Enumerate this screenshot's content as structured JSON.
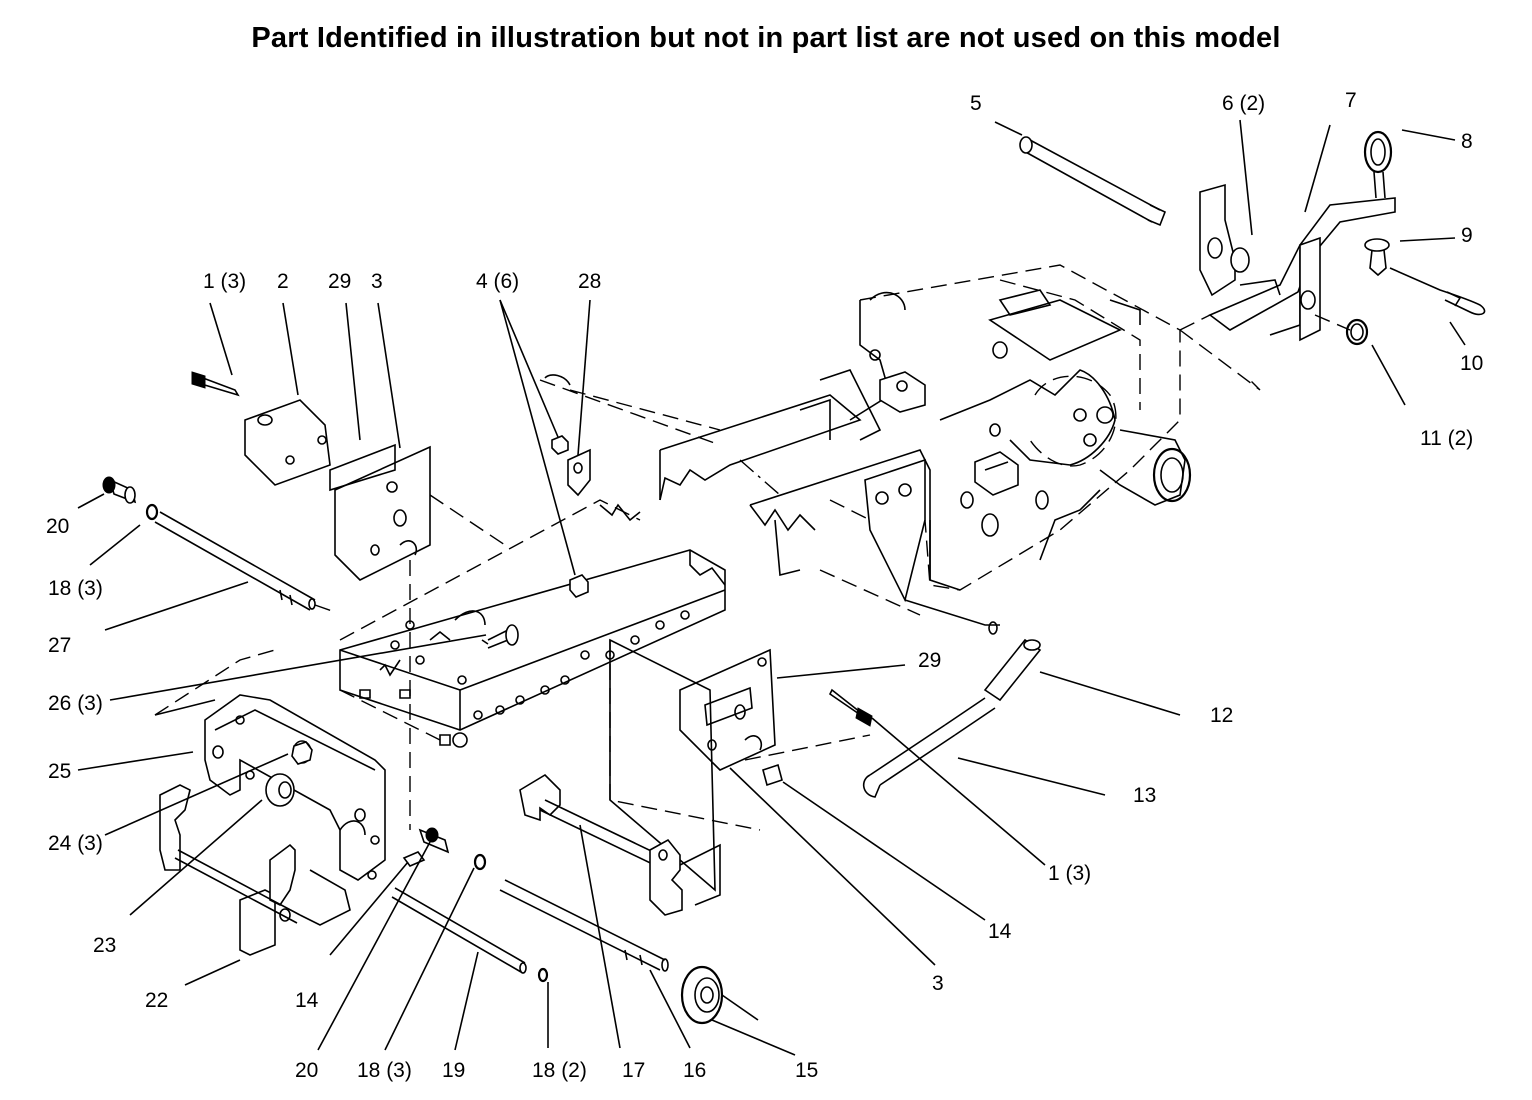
{
  "title": "Part Identified in illustration but not in part list are not used on this model",
  "callouts": [
    {
      "id": "c1a",
      "text": "1 (3)"
    },
    {
      "id": "c2",
      "text": "2"
    },
    {
      "id": "c29a",
      "text": "29"
    },
    {
      "id": "c3a",
      "text": "3"
    },
    {
      "id": "c4",
      "text": "4 (6)"
    },
    {
      "id": "c28",
      "text": "28"
    },
    {
      "id": "c5",
      "text": "5"
    },
    {
      "id": "c6",
      "text": "6 (2)"
    },
    {
      "id": "c7",
      "text": "7"
    },
    {
      "id": "c8",
      "text": "8"
    },
    {
      "id": "c9",
      "text": "9"
    },
    {
      "id": "c10",
      "text": "10"
    },
    {
      "id": "c11",
      "text": "11 (2)"
    },
    {
      "id": "c20a",
      "text": "20"
    },
    {
      "id": "c18a",
      "text": "18 (3)"
    },
    {
      "id": "c27",
      "text": "27"
    },
    {
      "id": "c26",
      "text": "26 (3)"
    },
    {
      "id": "c25",
      "text": "25"
    },
    {
      "id": "c24",
      "text": "24 (3)"
    },
    {
      "id": "c23",
      "text": "23"
    },
    {
      "id": "c22",
      "text": "22"
    },
    {
      "id": "c14a",
      "text": "14"
    },
    {
      "id": "c20b",
      "text": "20"
    },
    {
      "id": "c18b",
      "text": "18 (3)"
    },
    {
      "id": "c19",
      "text": "19"
    },
    {
      "id": "c18c",
      "text": "18 (2)"
    },
    {
      "id": "c17",
      "text": "17"
    },
    {
      "id": "c16",
      "text": "16"
    },
    {
      "id": "c15",
      "text": "15"
    },
    {
      "id": "c29b",
      "text": "29"
    },
    {
      "id": "c12",
      "text": "12"
    },
    {
      "id": "c13",
      "text": "13"
    },
    {
      "id": "c1b",
      "text": "1 (3)"
    },
    {
      "id": "c14b",
      "text": "14"
    },
    {
      "id": "c3b",
      "text": "3"
    }
  ]
}
